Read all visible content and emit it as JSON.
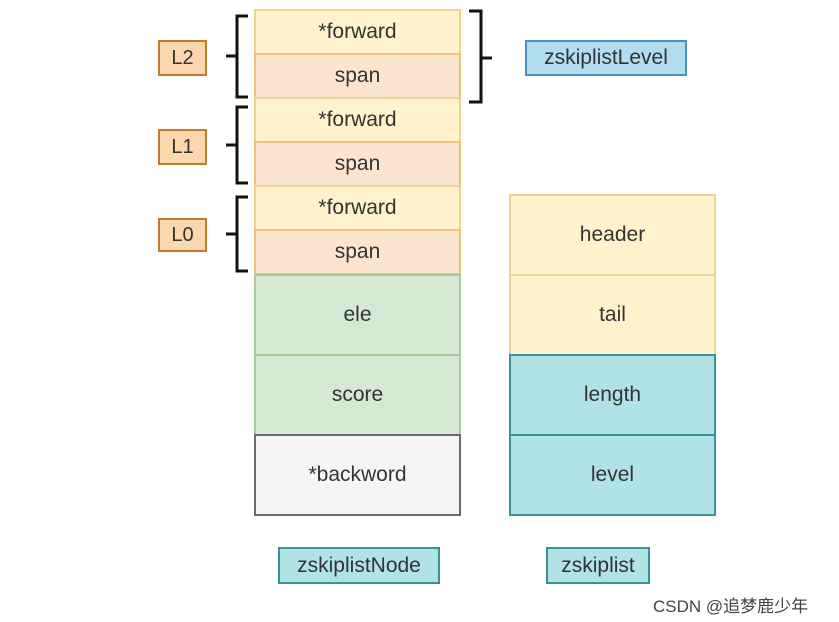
{
  "levels": [
    {
      "label": "L2",
      "forward": "*forward",
      "span": "span"
    },
    {
      "label": "L1",
      "forward": "*forward",
      "span": "span"
    },
    {
      "label": "L0",
      "forward": "*forward",
      "span": "span"
    }
  ],
  "node_fields": {
    "ele": "ele",
    "score": "score",
    "backward": "*backword"
  },
  "zskiplist_fields": {
    "header": "header",
    "tail": "tail",
    "length": "length",
    "level": "level"
  },
  "names": {
    "zskiplistLevel": "zskiplistLevel",
    "zskiplistNode": "zskiplistNode",
    "zskiplist": "zskiplist"
  },
  "watermark": "CSDN @追梦鹿少年",
  "colors": {
    "forward_fill": "#fff2cc",
    "span_fill": "#fce4d1",
    "level_label_fill": "#fad7ac",
    "green_fill": "#d5e8d4",
    "grey_fill": "#f5f5f5",
    "teal_fill": "#b0e3e6",
    "blue_fill": "#b1ddf0"
  }
}
